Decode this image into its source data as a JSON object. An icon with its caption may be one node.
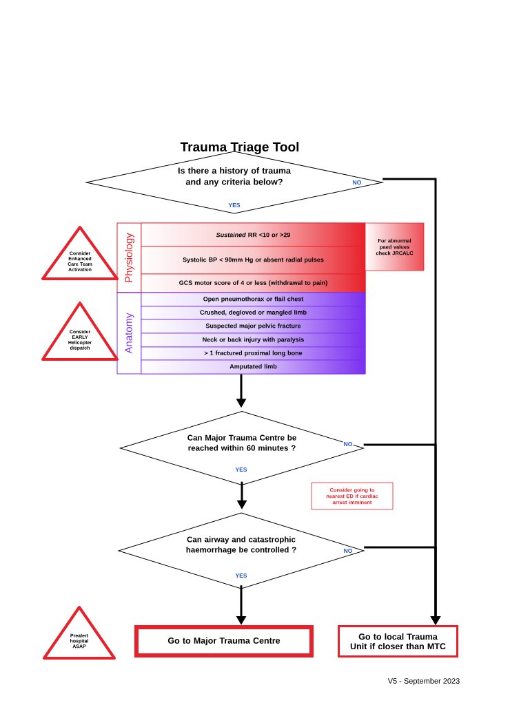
{
  "diagram": {
    "title": "Trauma Triage Tool",
    "nodes": [
      {
        "text": [
          "Is there a history of trauma and any criteria below?"
        ]
      },
      {
        "text": [
          "Physiology"
        ]
      },
      {
        "text": [
          "*Sustained* RR <10 or >29"
        ],
        "in": 1
      },
      {
        "text": [
          "Systolic BP < 90mm Hg or absent radial pulses"
        ],
        "in": 1
      },
      {
        "text": [
          "GCS motor score of 4 or less (withdrawal to pain)"
        ],
        "in": 1
      },
      {
        "text": [
          "Anatomy"
        ]
      },
      {
        "text": [
          "Open pneumothorax or flail chest"
        ],
        "in": 5
      },
      {
        "text": [
          "Crushed, degloved or mangled limb"
        ],
        "in": 5
      },
      {
        "text": [
          "Suspected major pelvic fracture"
        ],
        "in": 5
      },
      {
        "text": [
          "Neck or back injury with paralysis"
        ],
        "in": 5
      },
      {
        "text": [
          "> 1 fractured proximal long bone"
        ],
        "in": 5
      },
      {
        "text": [
          "Amputated limb"
        ],
        "in": 5
      },
      {
        "text": [
          "For abnormal paed values check JRCALC"
        ]
      },
      {
        "text": [
          "Consider Enhanced Care Team Activation"
        ]
      },
      {
        "text": [
          "Consider EARLY Helicopter dispatch"
        ]
      },
      {
        "text": [
          "Prealert hospital ASAP"
        ]
      },
      {
        "text": [
          "Can Major Trauma Centre be reached within 60 minutes ?"
        ]
      },
      {
        "text": [
          "Consider going to nearest ED if cardiac arrest imminent"
        ]
      },
      {
        "text": [
          "Can airway and catastrophic haemorrhage be controlled ?"
        ]
      },
      {
        "text": [
          "Go to Major Trauma Centre"
        ]
      },
      {
        "text": [
          "Go to local Trauma Unit if closer than MTC"
        ]
      }
    ],
    "edges": [
      {
        "from": 0,
        "to": 20,
        "arrow": "to",
        "label": "NO"
      },
      {
        "from": 5,
        "to": 16,
        "arrow": "to"
      },
      {
        "from": 16,
        "to": 18,
        "arrow": "to",
        "label": "YES"
      },
      {
        "from": 16,
        "to": 20,
        "arrow": "to",
        "label": "NO"
      },
      {
        "from": 18,
        "to": 19,
        "arrow": "to",
        "label": "YES"
      },
      {
        "from": 18,
        "to": 20,
        "arrow": "to",
        "label": "NO"
      }
    ],
    "labels": [
      "YES",
      "V5 - September 2023"
    ]
  }
}
